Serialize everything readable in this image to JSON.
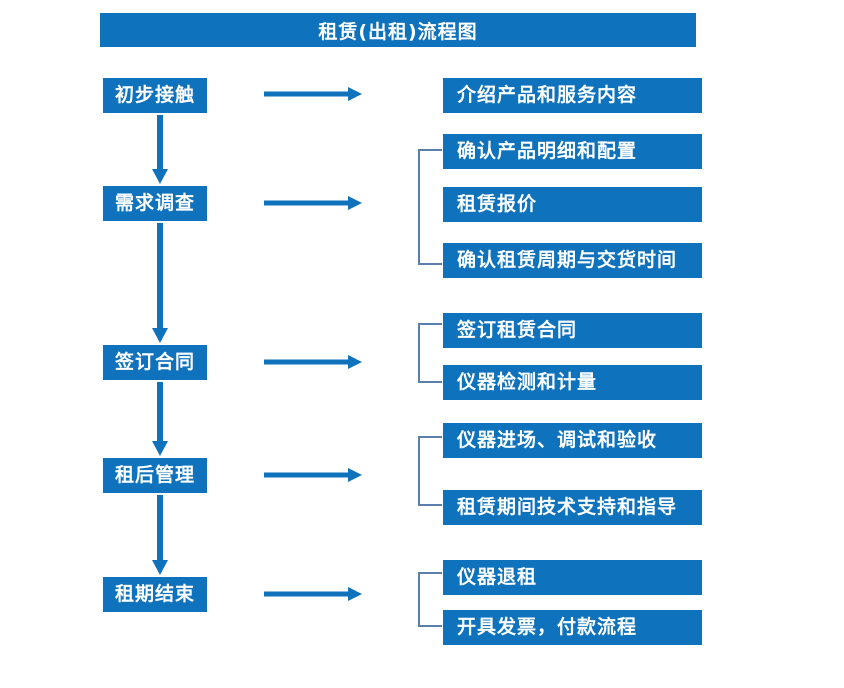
{
  "title": "租赁(出租)流程图",
  "colors": {
    "box_fill": "#0f72bd",
    "box_text": "#ffffff",
    "arrow": "#0f72bd",
    "bracket": "#5b7fad",
    "background": "#ffffff"
  },
  "stages": [
    {
      "label": "初步接触"
    },
    {
      "label": "需求调查"
    },
    {
      "label": "签订合同"
    },
    {
      "label": "租后管理"
    },
    {
      "label": "租期结束"
    }
  ],
  "details": [
    {
      "label": "介绍产品和服务内容"
    },
    {
      "label": "确认产品明细和配置"
    },
    {
      "label": "租赁报价"
    },
    {
      "label": "确认租赁周期与交货时间"
    },
    {
      "label": "签订租赁合同"
    },
    {
      "label": "仪器检测和计量"
    },
    {
      "label": "仪器进场、调试和验收"
    },
    {
      "label": "租赁期间技术支持和指导"
    },
    {
      "label": "仪器退租"
    },
    {
      "label": "开具发票，付款流程"
    }
  ]
}
